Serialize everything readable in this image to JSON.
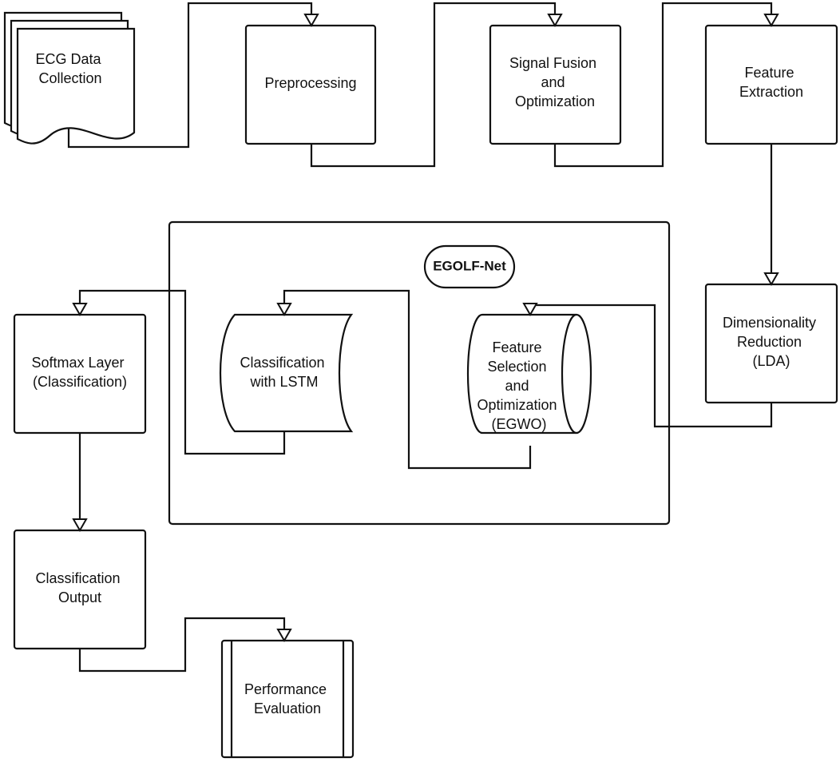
{
  "nodes": {
    "ecg": [
      "ECG Data",
      "Collection"
    ],
    "pre": [
      "Preprocessing"
    ],
    "fusion": [
      "Signal Fusion",
      "and",
      "Optimization"
    ],
    "feat": [
      "Feature",
      "Extraction"
    ],
    "dim": [
      "Dimensionality",
      "Reduction",
      "(LDA)"
    ],
    "group": [
      "EGOLF-Net"
    ],
    "fsel": [
      "Feature",
      "Selection",
      "and",
      "Optimization",
      "(EGWO)"
    ],
    "lstm": [
      "Classification",
      "with LSTM"
    ],
    "soft": [
      "Softmax Layer",
      "(Classification)"
    ],
    "out": [
      "Classification",
      "Output"
    ],
    "perf": [
      "Performance",
      "Evaluation"
    ]
  }
}
